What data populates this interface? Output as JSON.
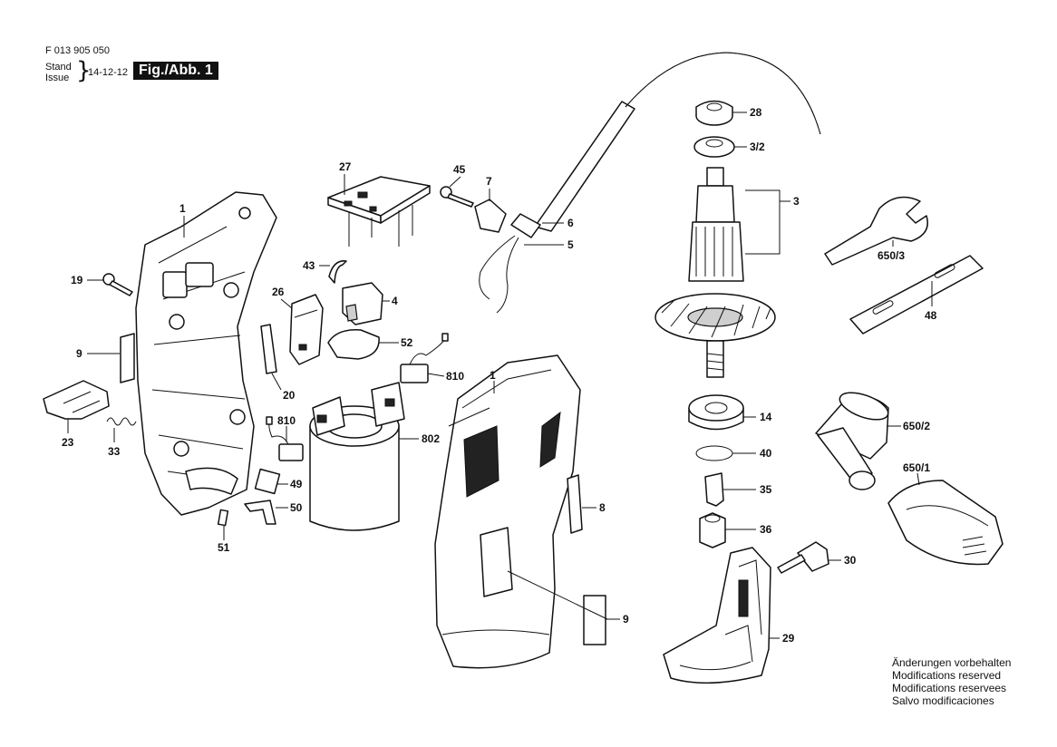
{
  "header": {
    "doc_number": "F 013 905 050",
    "stand_label": "Stand",
    "issue_label": "Issue",
    "brace": "}",
    "issue_date": "14-12-12",
    "figure_label": "Fig./Abb. 1"
  },
  "callouts": [
    {
      "id": "1a",
      "label": "1"
    },
    {
      "id": "19",
      "label": "19"
    },
    {
      "id": "9a",
      "label": "9"
    },
    {
      "id": "23",
      "label": "23"
    },
    {
      "id": "33",
      "label": "33"
    },
    {
      "id": "20",
      "label": "20"
    },
    {
      "id": "27",
      "label": "27"
    },
    {
      "id": "43",
      "label": "43"
    },
    {
      "id": "26",
      "label": "26"
    },
    {
      "id": "4",
      "label": "4"
    },
    {
      "id": "52",
      "label": "52"
    },
    {
      "id": "45",
      "label": "45"
    },
    {
      "id": "7",
      "label": "7"
    },
    {
      "id": "6",
      "label": "6"
    },
    {
      "id": "5",
      "label": "5"
    },
    {
      "id": "810a",
      "label": "810"
    },
    {
      "id": "810b",
      "label": "810"
    },
    {
      "id": "802",
      "label": "802"
    },
    {
      "id": "49",
      "label": "49"
    },
    {
      "id": "50",
      "label": "50"
    },
    {
      "id": "51",
      "label": "51"
    },
    {
      "id": "1b",
      "label": "1"
    },
    {
      "id": "8",
      "label": "8"
    },
    {
      "id": "9b",
      "label": "9"
    },
    {
      "id": "28",
      "label": "28"
    },
    {
      "id": "32",
      "label": "3/2"
    },
    {
      "id": "3",
      "label": "3"
    },
    {
      "id": "14",
      "label": "14"
    },
    {
      "id": "40",
      "label": "40"
    },
    {
      "id": "35",
      "label": "35"
    },
    {
      "id": "36",
      "label": "36"
    },
    {
      "id": "30",
      "label": "30"
    },
    {
      "id": "29",
      "label": "29"
    },
    {
      "id": "6503",
      "label": "650/3"
    },
    {
      "id": "48",
      "label": "48"
    },
    {
      "id": "6502",
      "label": "650/2"
    },
    {
      "id": "6501",
      "label": "650/1"
    }
  ],
  "notes": [
    "Änderungen vorbehalten",
    "Modifications reserved",
    "Modifications reservees",
    "Salvo modificaciones"
  ]
}
